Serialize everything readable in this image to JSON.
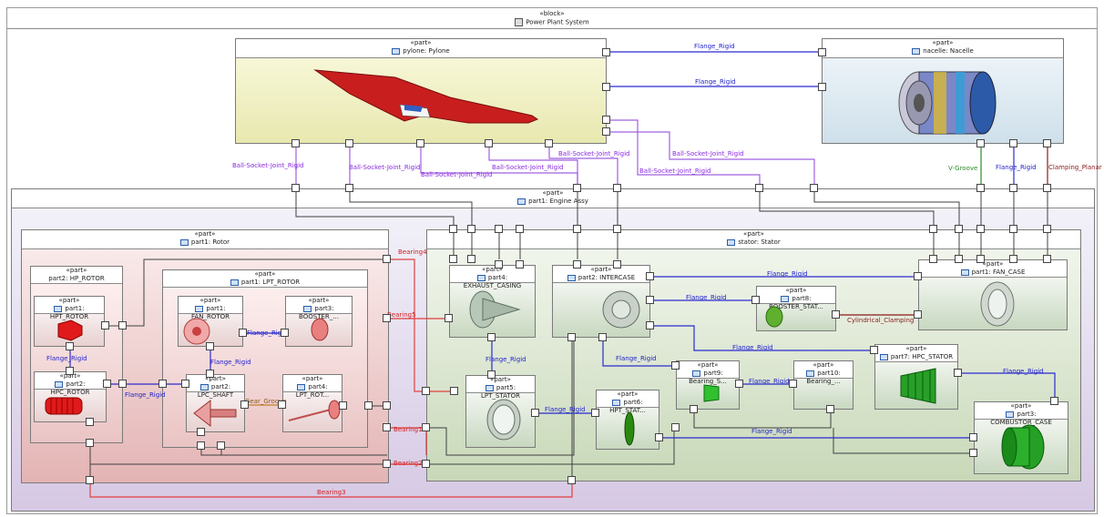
{
  "diagram": {
    "stereotype_block": "«block»",
    "stereotype_part": "«part»",
    "title": "Power Plant System"
  },
  "parts": {
    "pylone": "pylone: Pylone",
    "nacelle": "nacelle: Nacelle",
    "engine": "part1: Engine Assy",
    "rotor": "part1: Rotor",
    "stator": "stator: Stator",
    "hp_rotor": "part2: HP_ROTOR",
    "lpt_rotor": "part1: LPT_ROTOR",
    "hpt_rotor": "part1: HPT_ROTOR",
    "fan_rotor": "part1: FAN_ROTOR",
    "booster_rotor": "part3: BOOSTER_...",
    "hpc_rotor": "part2: HPC_ROTOR",
    "lpc_shaft": "part2: LPC_SHAFT",
    "lpt_rot": "part4: LPT_ROT...",
    "exhaust_casing": "part4: EXHAUST_CASING",
    "intercase": "part2: INTERCASE",
    "booster_stat": "part8: BOOSTER_STAT...",
    "fan_case": "part1: FAN_CASE",
    "lpt_stator": "part5: LPT_STATOR",
    "hpt_stat": "part6: HPT_STAT...",
    "bearing_s": "part9: Bearing_S...",
    "bearing_": "part10: Bearing_...",
    "hpc_stator": "part7: HPC_STATOR",
    "combustor_case": "part3: COMBUSTOR_CASE"
  },
  "connectors": {
    "flange_rigid": "Flange_Rigid",
    "ball_socket": "Ball-Socket-Joint_Rigid",
    "v_groove": "V-Groove",
    "clamping_planar": "Clamping_Planar",
    "bearing1": "Bearing1",
    "bearing2": "Bearing2",
    "bearing3": "Bearing3",
    "bearing4": "Bearing4",
    "bearing5": "Bearing5",
    "gear_groove": "Gear_Groove",
    "cylindrical_clamping": "Cylindrical_Clamping"
  },
  "colors": {
    "flange": "#2b2bd0",
    "ball_socket": "#a060e0",
    "bearing": "#e04040",
    "v_groove": "#2a8a2a",
    "clamping": "#8b1a1a",
    "gear": "#c08030"
  }
}
